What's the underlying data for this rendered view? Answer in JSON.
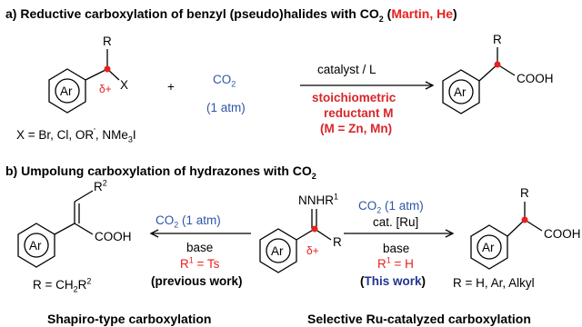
{
  "sections": {
    "a": {
      "title_main": "a) Reductive carboxylation of benzyl (pseudo)halides with CO",
      "title_sub": "2",
      "title_open": " (",
      "authors": "Martin, He",
      "title_close": ")"
    },
    "b": {
      "title_main": "b) Umpolung carboxylation of hydrazones with CO",
      "title_sub": "2"
    }
  },
  "reaction_a": {
    "substrate_R": "R",
    "substrate_X": "X",
    "substrate_Ar": "Ar",
    "delta": "δ+",
    "plus": "+",
    "co2": "CO",
    "co2_sub": "2",
    "pressure": "(1 atm)",
    "cond_above": "catalyst / L",
    "cond_red_1": "stoichiometric",
    "cond_red_2": "reductant M",
    "cond_red_3": "(M = Zn, Mn)",
    "x_def_main": "X = Br, Cl, OR",
    "x_def_prime": "'",
    "x_def_rest": ", NMe",
    "x_def_sub": "3",
    "x_def_end": "I",
    "product_R": "R",
    "product_Ar": "Ar",
    "product_cooh": "COOH"
  },
  "reaction_b": {
    "left_product_R2": "R",
    "left_product_R2_sup": "2",
    "left_product_Ar": "Ar",
    "left_product_cooh": "COOH",
    "left_def_main": "R = CH",
    "left_def_sub": "2",
    "left_def_R": "R",
    "left_def_sup": "2",
    "left_cond_co2": "CO",
    "left_cond_co2_sub": "2",
    "left_cond_pressure": " (1 atm)",
    "left_cond_base": "base",
    "left_cond_r1": "R",
    "left_cond_r1_sup": "1",
    "left_cond_r1_val": " = Ts",
    "left_cond_prev": "(previous work)",
    "center_hydrazone": "NNHR",
    "center_hydrazone_sup": "1",
    "center_Ar": "Ar",
    "center_delta": "δ+",
    "center_R": "R",
    "right_cond_co2": "CO",
    "right_cond_co2_sub": "2",
    "right_cond_pressure": " (1 atm)",
    "right_cond_cat": "cat. [Ru]",
    "right_cond_base": "base",
    "right_cond_r1": "R",
    "right_cond_r1_sup": "1",
    "right_cond_r1_val": " = H",
    "right_cond_this_open": "(",
    "right_cond_this": "This work",
    "right_cond_this_close": ")",
    "right_product_R": "R",
    "right_product_Ar": "Ar",
    "right_product_cooh": "COOH",
    "right_def": "R = H, Ar, Alkyl"
  },
  "captions": {
    "left": "Shapiro-type carboxylation",
    "right": "Selective Ru-catalyzed carboxylation"
  }
}
